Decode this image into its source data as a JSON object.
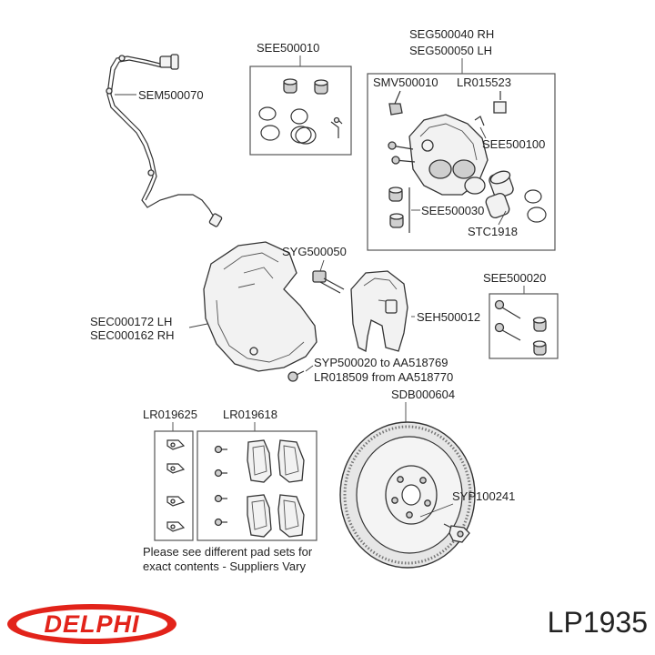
{
  "labels": {
    "see500010": "SEE500010",
    "seg_rh": "SEG500040 RH",
    "seg_lh": "SEG500050 LH",
    "sem500070": "SEM500070",
    "smv500010": "SMV500010",
    "lr015523": "LR015523",
    "see500100": "SEE500100",
    "see500030": "SEE500030",
    "stc1918": "STC1918",
    "syg500050": "SYG500050",
    "see500020": "SEE500020",
    "sec_lh": "SEC000172 LH",
    "sec_rh": "SEC000162 RH",
    "seh500012": "SEH500012",
    "syp_line1": "SYP500020 to AA518769",
    "syp_line2": "LR018509 from AA518770",
    "sdb000604": "SDB000604",
    "lr019625": "LR019625",
    "lr019618": "LR019618",
    "syp100241": "SYP100241"
  },
  "note": {
    "line1": "Please see different pad sets for",
    "line2": "exact contents - Suppliers Vary"
  },
  "brand": {
    "name": "DELPHI",
    "color": "#e2231a"
  },
  "part_number": "LP1935"
}
